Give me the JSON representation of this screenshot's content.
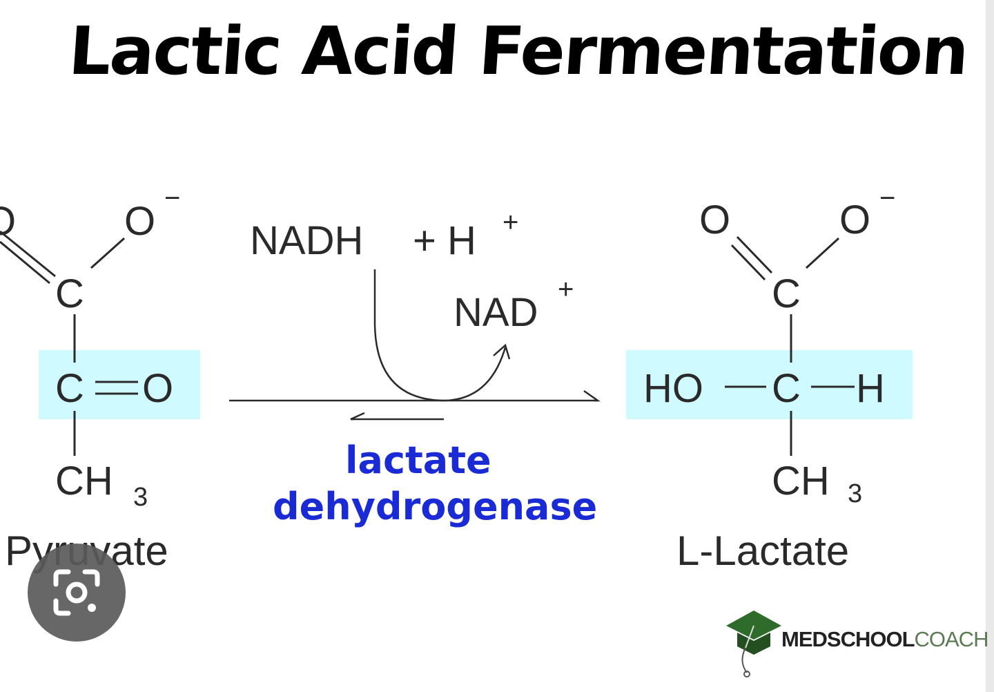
{
  "title": "Lactic Acid Fermentation",
  "reactant": {
    "name": "Pyruvate",
    "o_left": "O",
    "o_minus": "O",
    "charge": "−",
    "carbon_top": "C",
    "carbon_mid": "C",
    "carbonyl_o": "O",
    "methyl": "CH",
    "subscript": "3"
  },
  "product": {
    "name": "L-Lactate",
    "o_left": "O",
    "o_minus": "O",
    "charge": "−",
    "carbon_top": "C",
    "carbon_mid": "C",
    "hydroxyl": "HO",
    "hydrogen": "H",
    "methyl": "CH",
    "subscript": "3"
  },
  "cofactors": {
    "nadh": "NADH",
    "plus_h": "+ H",
    "h_charge": "+",
    "nad": "NAD",
    "nad_charge": "+"
  },
  "enzyme": {
    "line1": "lactate",
    "line2": "dehydrogenase"
  },
  "colors": {
    "highlight": "#cffaff",
    "enzyme": "#1a2bd6",
    "title": "#000000",
    "structure": "#2a2a2a"
  },
  "lens_button": {
    "icon": "lens-search-icon"
  },
  "logo": {
    "part1": "MEDSCHOOL",
    "part2": "COACH",
    "icon": "graduation-cap-icon"
  }
}
